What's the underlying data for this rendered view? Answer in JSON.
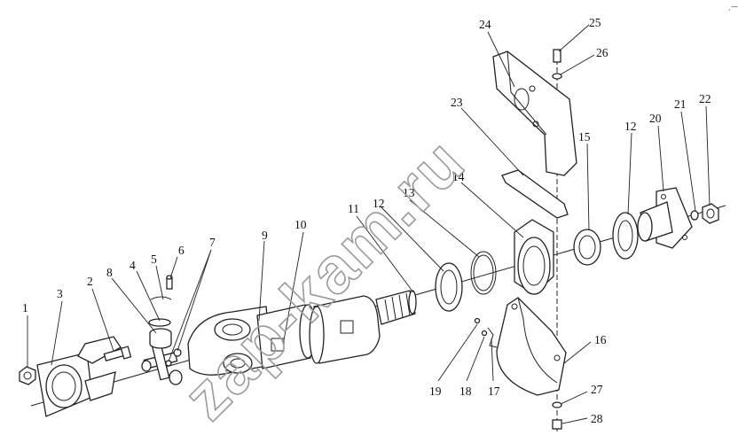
{
  "callouts": {
    "c1": "1",
    "c2": "2",
    "c3": "3",
    "c4": "4",
    "c5": "5",
    "c6": "6",
    "c7": "7",
    "c8": "8",
    "c9": "9",
    "c10": "10",
    "c11": "11",
    "c12a": "12",
    "c12b": "12",
    "c13": "13",
    "c14": "14",
    "c15": "15",
    "c16": "16",
    "c17": "17",
    "c18": "18",
    "c19": "19",
    "c20": "20",
    "c21": "21",
    "c22": "22",
    "c23": "23",
    "c24": "24",
    "c25": "25",
    "c26": "26",
    "c27": "27",
    "c28": "28"
  },
  "watermark": {
    "text": "zap-kam.ru",
    "color": "#9a9a9a"
  },
  "corner_mark": "ˏ—",
  "colors": {
    "line": "#222222",
    "background": "#ffffff"
  }
}
